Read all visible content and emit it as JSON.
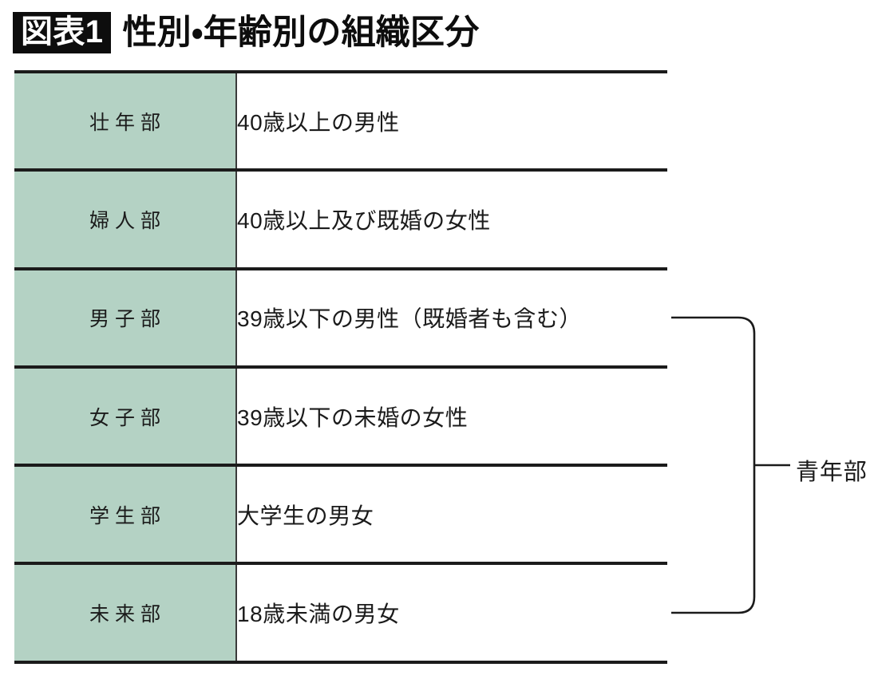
{
  "title": {
    "badge": "図表1",
    "text": "性別・年齢別の組織区分"
  },
  "table": {
    "rows": [
      {
        "label": "壮年部",
        "description": "40歳以上の男性"
      },
      {
        "label": "婦人部",
        "description": "40歳以上及び既婚の女性"
      },
      {
        "label": "男子部",
        "description": "39歳以下の男性（既婚者も含む）"
      },
      {
        "label": "女子部",
        "description": "39歳以下の未婚の女性"
      },
      {
        "label": "学生部",
        "description": "大学生の男女"
      },
      {
        "label": "未来部",
        "description": "18歳未満の男女"
      }
    ]
  },
  "annotation": {
    "brace_label": "青年部",
    "brace_spans_rows": [
      "男子部",
      "女子部",
      "学生部",
      "未来部"
    ]
  },
  "colors": {
    "label_cell_background": "#b4d2c4",
    "rule": "#1b1b1b",
    "badge_background": "#0d0d0d",
    "badge_text": "#ffffff",
    "body_text": "#1b1b1b",
    "page_background": "#ffffff"
  }
}
